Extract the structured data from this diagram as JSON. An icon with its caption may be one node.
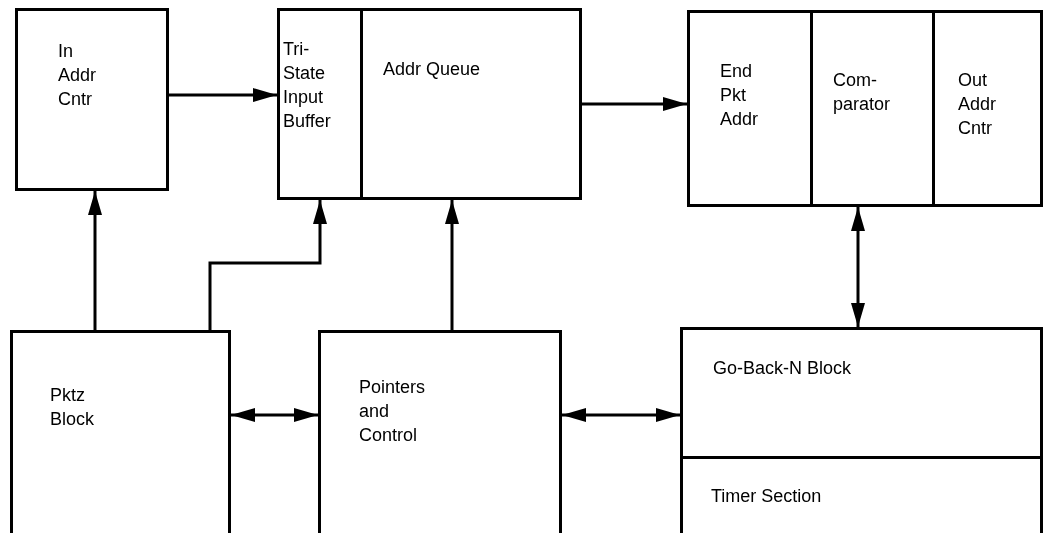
{
  "diagram": {
    "nodes": [
      {
        "text": [
          "In Addr Cntr"
        ]
      },
      {
        "text": [
          "Tri- State Input Buffer"
        ]
      },
      {
        "text": [
          "Addr Queue"
        ]
      },
      {
        "text": [
          "End Pkt Addr"
        ]
      },
      {
        "text": [
          "Com- parator"
        ]
      },
      {
        "text": [
          "Out Addr Cntr"
        ]
      },
      {
        "text": [
          "Pktz Block"
        ]
      },
      {
        "text": [
          "Pointers and Control"
        ]
      },
      {
        "text": [
          "Go-Back-N Block"
        ]
      },
      {
        "text": [
          "Timer Section"
        ]
      }
    ],
    "edges": [
      {
        "from": 0,
        "to": 1,
        "arrow": "to"
      },
      {
        "from": 2,
        "to": 3,
        "arrow": "to"
      },
      {
        "from": 6,
        "to": 0,
        "arrow": "to"
      },
      {
        "from": 6,
        "to": 1,
        "arrow": "to"
      },
      {
        "from": 7,
        "to": 2,
        "arrow": "to"
      },
      {
        "from": 6,
        "to": 7,
        "arrow": "both"
      },
      {
        "from": 7,
        "to": 8,
        "arrow": "both"
      },
      {
        "from": 4,
        "to": 8,
        "arrow": "both"
      }
    ]
  }
}
